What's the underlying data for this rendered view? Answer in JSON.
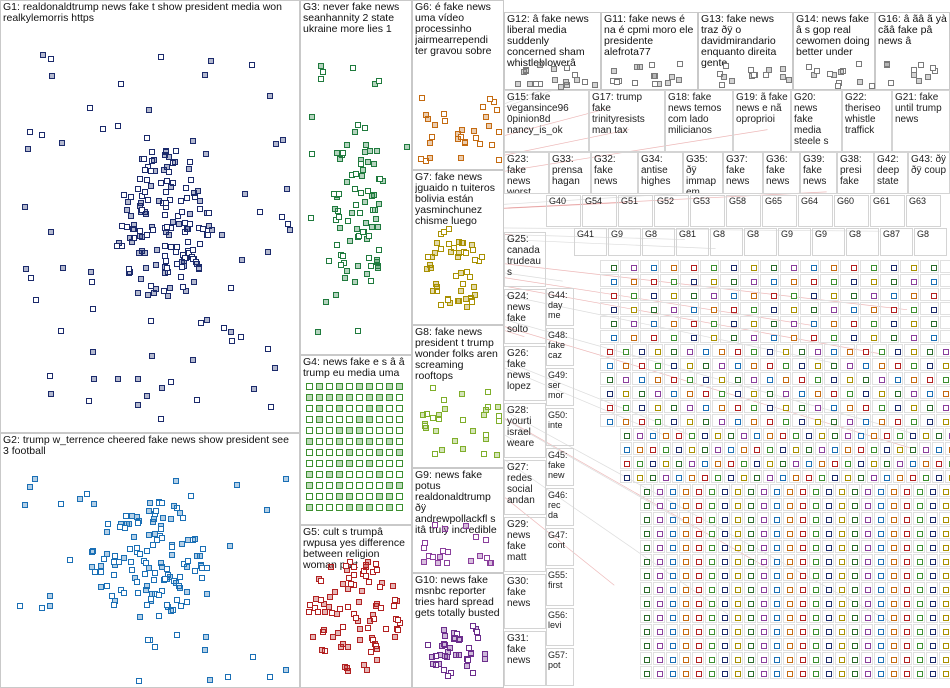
{
  "groups": {
    "G1": "G1: realdonaldtrump news fake t show president media won realkylemorris https",
    "G2": "G2: trump w_terrence cheered fake news show president see 3 football",
    "G3": "G3: never fake news seanhannity 2 state ukraine more lies 1",
    "G4": "G4: news fake e s â â trump eu media uma",
    "G5": "G5: cult s trumpâ rwpusa yes difference between religion woman part",
    "G6": "G6: é fake news uma vídeo processinho jairmearrependi ter gravou sobre",
    "G7": "G7: fake news jguaido n tuiteros bolivia están yasminchunez chisme luego",
    "G8": "G8: fake news president t trump wonder folks aren screaming rooftops",
    "G9": "G9: news fake potus realdonaldtrump ðÿ andrewpollackfl s itâ truly incredible",
    "G10": "G10: news fake msnbc reporter tries hard spread gets totally busted",
    "G11": "G11: fake news é na é cpmi moro ele presidente alefrota77",
    "G12": "G12: â fake news liberal media suddenly concerned sham whistleblowerâ",
    "G13": "G13: fake news traz ðÿ o davidmirandario enquanto direita gente",
    "G14": "G14: news fake â s gop real cewomen doing better under",
    "G16": "G16: â ãâ ã yà cãâ fake pâ news â"
  },
  "small_groups": [
    {
      "id": "G15",
      "label": "G15: fake vegansince96 0pinion8d nancy_is_ok"
    },
    {
      "id": "G17",
      "label": "G17: trump fake trinityresists man tax"
    },
    {
      "id": "G18",
      "label": "G18: fake news temos com lado milicianos"
    },
    {
      "id": "G19",
      "label": "G19: ã fake news e nã oproprioi"
    },
    {
      "id": "G20",
      "label": "G20: news fake media steele s"
    },
    {
      "id": "G22",
      "label": "G22: theriseo whistle traffick"
    },
    {
      "id": "G21",
      "label": "G21: fake until trump news"
    },
    {
      "id": "G23",
      "label": "G23: fake news worst"
    },
    {
      "id": "G33",
      "label": "G33: prensa hagan"
    },
    {
      "id": "G32",
      "label": "G32: fake news"
    },
    {
      "id": "G34",
      "label": "G34: antise highes"
    },
    {
      "id": "G35",
      "label": "G35: ðÿ immap em"
    },
    {
      "id": "G37",
      "label": "G37: fake news"
    },
    {
      "id": "G36",
      "label": "G36: fake news"
    },
    {
      "id": "G39",
      "label": "G39: fake news"
    },
    {
      "id": "G38",
      "label": "G38: presi fake"
    },
    {
      "id": "G42",
      "label": "G42: deep state"
    },
    {
      "id": "G43",
      "label": "G43: ðÿ ðÿ coup"
    }
  ],
  "tiny_groups": [
    "G40",
    "G54",
    "G51",
    "G52",
    "G53",
    "G58",
    "G65",
    "G64",
    "G60",
    "G61",
    "G63",
    "G41",
    "G9",
    "G8",
    "G81",
    "G8",
    "G8",
    "G9",
    "G9",
    "G8",
    "G87",
    "G8"
  ],
  "left_col": [
    {
      "id": "G25",
      "label": "G25: canada trudeau s"
    },
    {
      "id": "G24",
      "label": "G24: news fake solto"
    },
    {
      "id": "G26",
      "label": "G26: fake news lopez"
    },
    {
      "id": "G28",
      "label": "G28: yourti israel weare"
    },
    {
      "id": "G27",
      "label": "G27: redes social andan"
    },
    {
      "id": "G29",
      "label": "G29: news fake matt"
    },
    {
      "id": "G30",
      "label": "G30: fake news"
    },
    {
      "id": "G31",
      "label": "G31: fake news"
    }
  ],
  "mid_col": [
    {
      "id": "G44",
      "label": "G44: day me"
    },
    {
      "id": "G48",
      "label": "G48: fake caz"
    },
    {
      "id": "G49",
      "label": "G49: ser mor"
    },
    {
      "id": "G50",
      "label": "G50: inte"
    },
    {
      "id": "G45",
      "label": "G45: fake new"
    },
    {
      "id": "G46",
      "label": "G46: rec da"
    },
    {
      "id": "G47",
      "label": "G47: cont"
    },
    {
      "id": "G55",
      "label": "G55: first"
    },
    {
      "id": "G56",
      "label": "G56: levi"
    },
    {
      "id": "G57",
      "label": "G57: pot"
    }
  ],
  "colors": {
    "G1": "#1b2a6b",
    "G2": "#1a6fb5",
    "G3": "#1f7a3d",
    "G4": "#3c8f2f",
    "G5": "#b22020",
    "G6": "#c46a10",
    "G7": "#a89000",
    "G8": "#7fae2a",
    "G9": "#8a3f9c",
    "G10": "#6b2d8c",
    "edge": "#cc3333"
  }
}
